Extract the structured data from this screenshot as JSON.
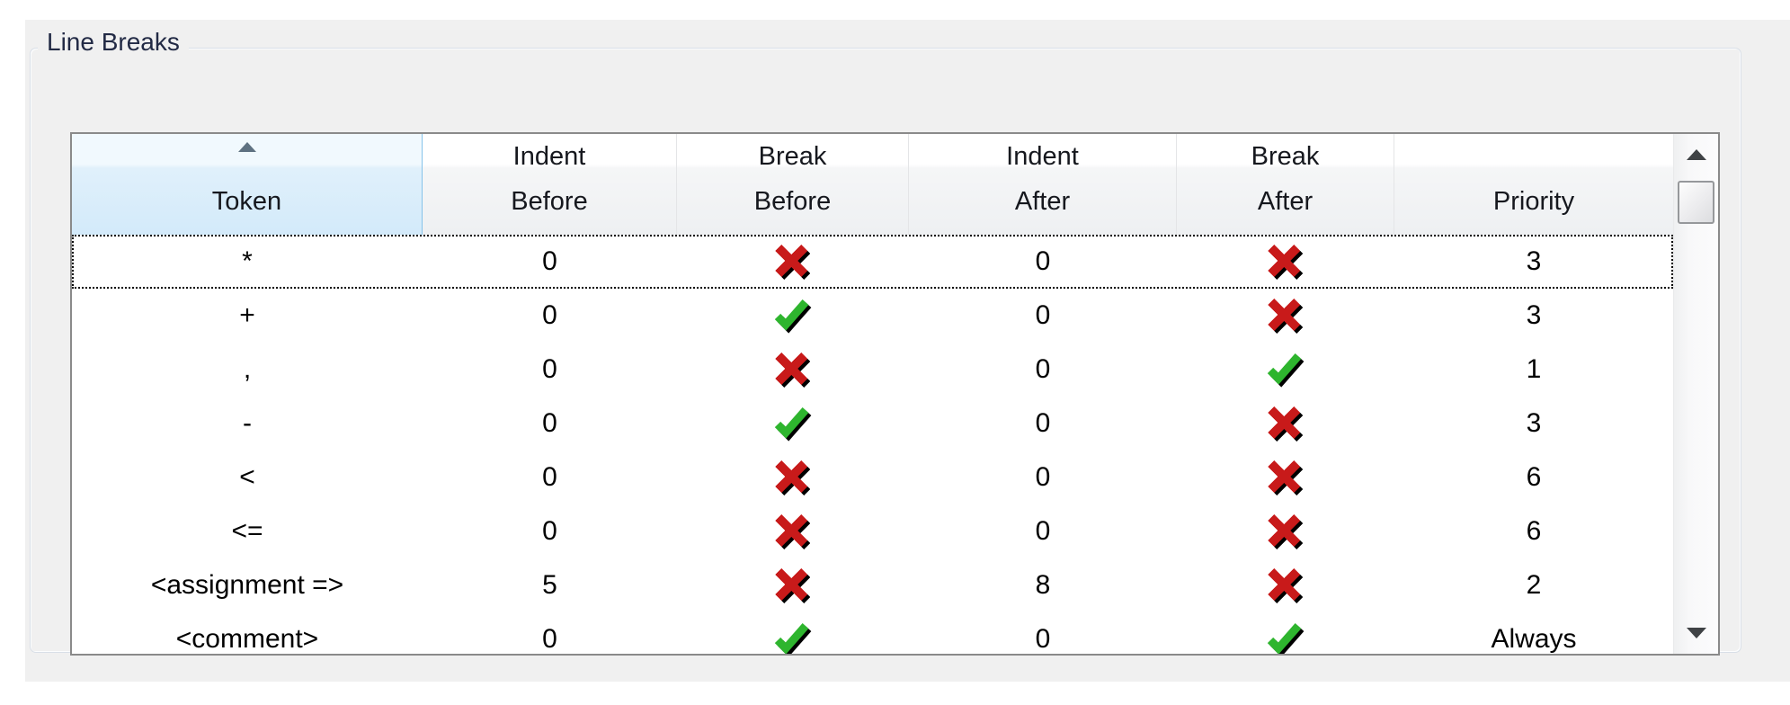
{
  "group": {
    "title": "Line Breaks"
  },
  "table": {
    "columns": [
      {
        "key": "token",
        "label": "Token",
        "sorted": true,
        "sort_direction": "ascending"
      },
      {
        "key": "indent_before",
        "label": "Indent\nBefore"
      },
      {
        "key": "break_before",
        "label": "Break\nBefore"
      },
      {
        "key": "indent_after",
        "label": "Indent\nAfter"
      },
      {
        "key": "break_after",
        "label": "Break\nAfter"
      },
      {
        "key": "priority",
        "label": "Priority"
      }
    ],
    "rows": [
      {
        "token": "*",
        "indent_before": "0",
        "break_before": false,
        "indent_after": "0",
        "break_after": false,
        "priority": "3",
        "selected": true
      },
      {
        "token": "+",
        "indent_before": "0",
        "break_before": true,
        "indent_after": "0",
        "break_after": false,
        "priority": "3"
      },
      {
        "token": ",",
        "indent_before": "0",
        "break_before": false,
        "indent_after": "0",
        "break_after": true,
        "priority": "1"
      },
      {
        "token": "-",
        "indent_before": "0",
        "break_before": true,
        "indent_after": "0",
        "break_after": false,
        "priority": "3"
      },
      {
        "token": "<",
        "indent_before": "0",
        "break_before": false,
        "indent_after": "0",
        "break_after": false,
        "priority": "6"
      },
      {
        "token": "<=",
        "indent_before": "0",
        "break_before": false,
        "indent_after": "0",
        "break_after": false,
        "priority": "6"
      },
      {
        "token": "<assignment =>",
        "indent_before": "5",
        "break_before": false,
        "indent_after": "8",
        "break_after": false,
        "priority": "2"
      },
      {
        "token": "<comment>",
        "indent_before": "0",
        "break_before": true,
        "indent_after": "0",
        "break_after": true,
        "priority": "Always"
      }
    ]
  },
  "icons": {
    "true_value": "check-icon",
    "false_value": "cross-icon",
    "sort": "sort-ascending-icon",
    "scroll_up": "scroll-up-icon",
    "scroll_down": "scroll-down-icon"
  },
  "colors": {
    "check_color": "#2eb52e",
    "cross_color": "#c81a1a",
    "sorted_header_color": "#d3eafa",
    "selection_outline_color": "#000000"
  }
}
